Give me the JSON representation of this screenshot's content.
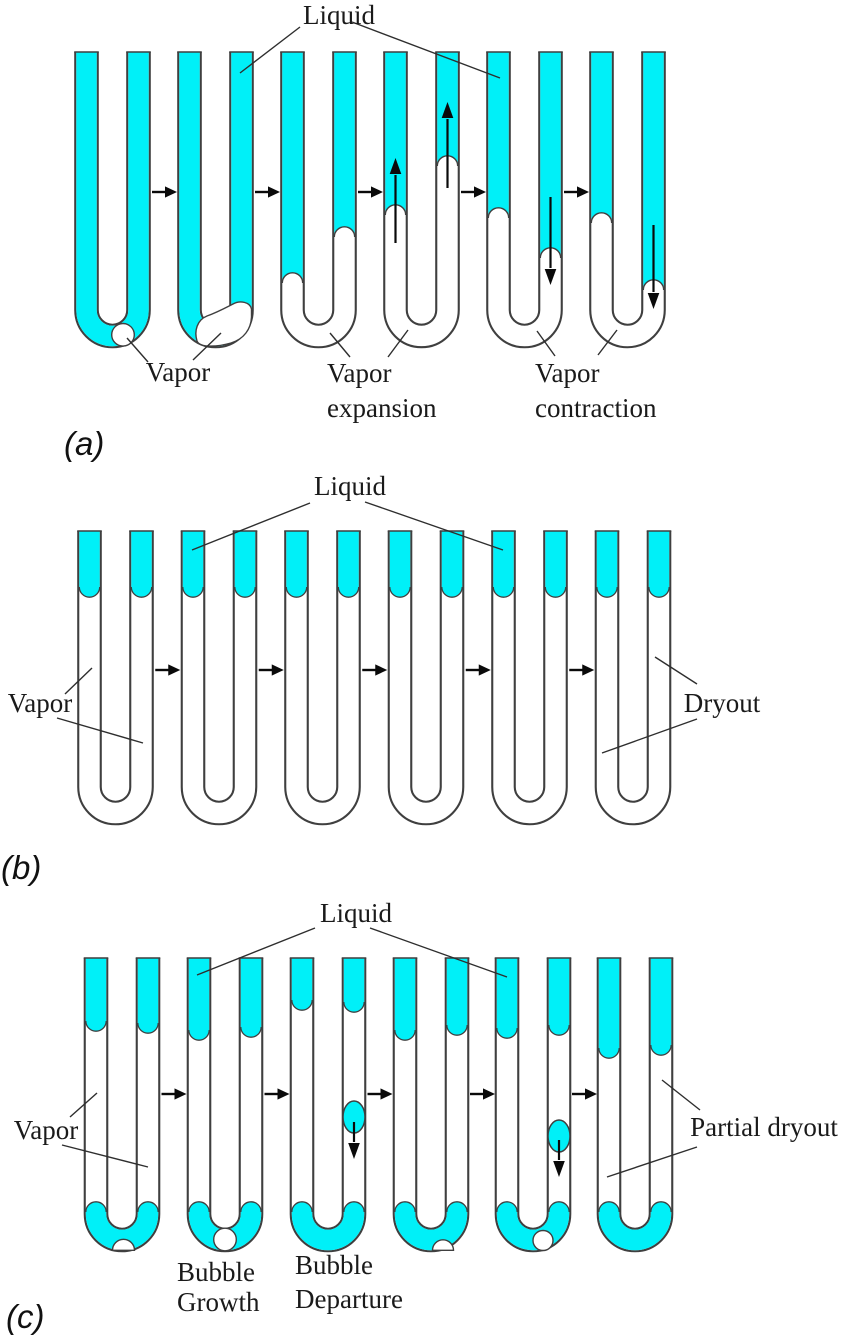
{
  "colors": {
    "liquid_cyan": "#00f0f8",
    "tube_outline": "#3f3f3f",
    "annotation_text": "#1a1a1a",
    "arrow_black": "#0a0a0a",
    "background": "#ffffff"
  },
  "icons": {
    "flow_arrow": "→",
    "up_arrow": "↑",
    "down_arrow": "↓"
  },
  "panels": [
    {
      "letter": "(a)",
      "labels": {
        "liquid": "Liquid",
        "vapor": "Vapor",
        "vapor_expansion": [
          "Vapor",
          "expansion"
        ],
        "vapor_contraction": [
          "Vapor",
          "contraction"
        ]
      }
    },
    {
      "letter": "(b)",
      "labels": {
        "liquid": "Liquid",
        "vapor": "Vapor",
        "dryout": "Dryout"
      }
    },
    {
      "letter": "(c)",
      "labels": {
        "liquid": "Liquid",
        "vapor": "Vapor",
        "partial_dryout": "Partial dryout",
        "bubble_growth": [
          "Bubble",
          "Growth"
        ],
        "bubble_departure": [
          "Bubble",
          "Departure"
        ]
      }
    }
  ]
}
